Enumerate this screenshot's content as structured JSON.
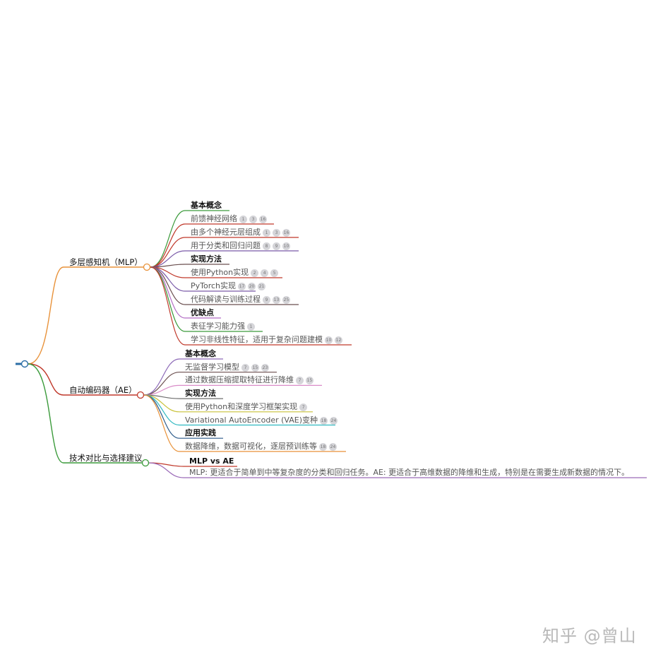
{
  "root": {
    "label": "",
    "color": "#2b6ea6"
  },
  "branches": [
    {
      "label": "多层感知机（MLP）",
      "color": "#e8923a",
      "children": [
        {
          "label": "基本概念",
          "bold": true,
          "refs": [],
          "color": "#3a9a3a"
        },
        {
          "label": "前馈神经网络",
          "bold": false,
          "refs": [
            "1",
            "3",
            "16"
          ],
          "color": "#c0392b"
        },
        {
          "label": "由多个神经元层组成",
          "bold": false,
          "refs": [
            "1",
            "3",
            "16"
          ],
          "color": "#c0392b"
        },
        {
          "label": "用于分类和回归问题",
          "bold": false,
          "refs": [
            "8",
            "9",
            "10"
          ],
          "color": "#7a5aa8"
        },
        {
          "label": "实现方法",
          "bold": true,
          "refs": [],
          "color": "#6b4f4f"
        },
        {
          "label": "使用Python实现",
          "bold": false,
          "refs": [
            "2",
            "4",
            "5"
          ],
          "color": "#c0392b"
        },
        {
          "label": "PyTorch实现",
          "bold": false,
          "refs": [
            "17",
            "20",
            "21"
          ],
          "color": "#7a5aa8"
        },
        {
          "label": "代码解读与训练过程",
          "bold": false,
          "refs": [
            "9",
            "13",
            "25"
          ],
          "color": "#6b4f4f"
        },
        {
          "label": "优缺点",
          "bold": true,
          "refs": [],
          "color": "#b26cc4"
        },
        {
          "label": "表征学习能力强",
          "bold": false,
          "refs": [
            "1"
          ],
          "color": "#3a9a3a"
        },
        {
          "label": "学习非线性特征，适用于复杂问题建模",
          "bold": false,
          "refs": [
            "10",
            "12"
          ],
          "color": "#c0392b"
        }
      ]
    },
    {
      "label": "自动编码器（AE）",
      "color": "#c0392b",
      "children": [
        {
          "label": "基本概念",
          "bold": true,
          "refs": [],
          "color": "#8e6bb8"
        },
        {
          "label": "无监督学习模型",
          "bold": false,
          "refs": [
            "7",
            "15",
            "23"
          ],
          "color": "#6b4f4f"
        },
        {
          "label": "通过数据压缩提取特征进行降维",
          "bold": false,
          "refs": [
            "7",
            "15"
          ],
          "color": "#d98cc8"
        },
        {
          "label": "实现方法",
          "bold": true,
          "refs": [],
          "color": "#6f6f6f"
        },
        {
          "label": "使用Python和深度学习框架实现",
          "bold": false,
          "refs": [
            "7"
          ],
          "color": "#c9c23a"
        },
        {
          "label": "Variational AutoEncoder (VAE)变种",
          "bold": false,
          "refs": [
            "18",
            "24"
          ],
          "color": "#2fb8c0"
        },
        {
          "label": "应用实践",
          "bold": true,
          "refs": [],
          "color": "#2b5a8a"
        },
        {
          "label": "数据降维，数据可视化，逐层预训练等",
          "bold": false,
          "refs": [
            "18",
            "24"
          ],
          "color": "#e8923a"
        }
      ]
    },
    {
      "label": "技术对比与选择建议",
      "color": "#3a9a3a",
      "children": [
        {
          "label": "MLP vs AE",
          "bold": true,
          "refs": [],
          "color": "#c0392b"
        },
        {
          "label": "MLP: 更适合于简单到中等复杂度的分类和回归任务。AE: 更适合于高维数据的降维和生成，特别是在需要生成新数据的情况下。",
          "bold": false,
          "refs": [],
          "color": "#9b6bb8"
        }
      ]
    }
  ],
  "watermark": "知乎 @曾山"
}
